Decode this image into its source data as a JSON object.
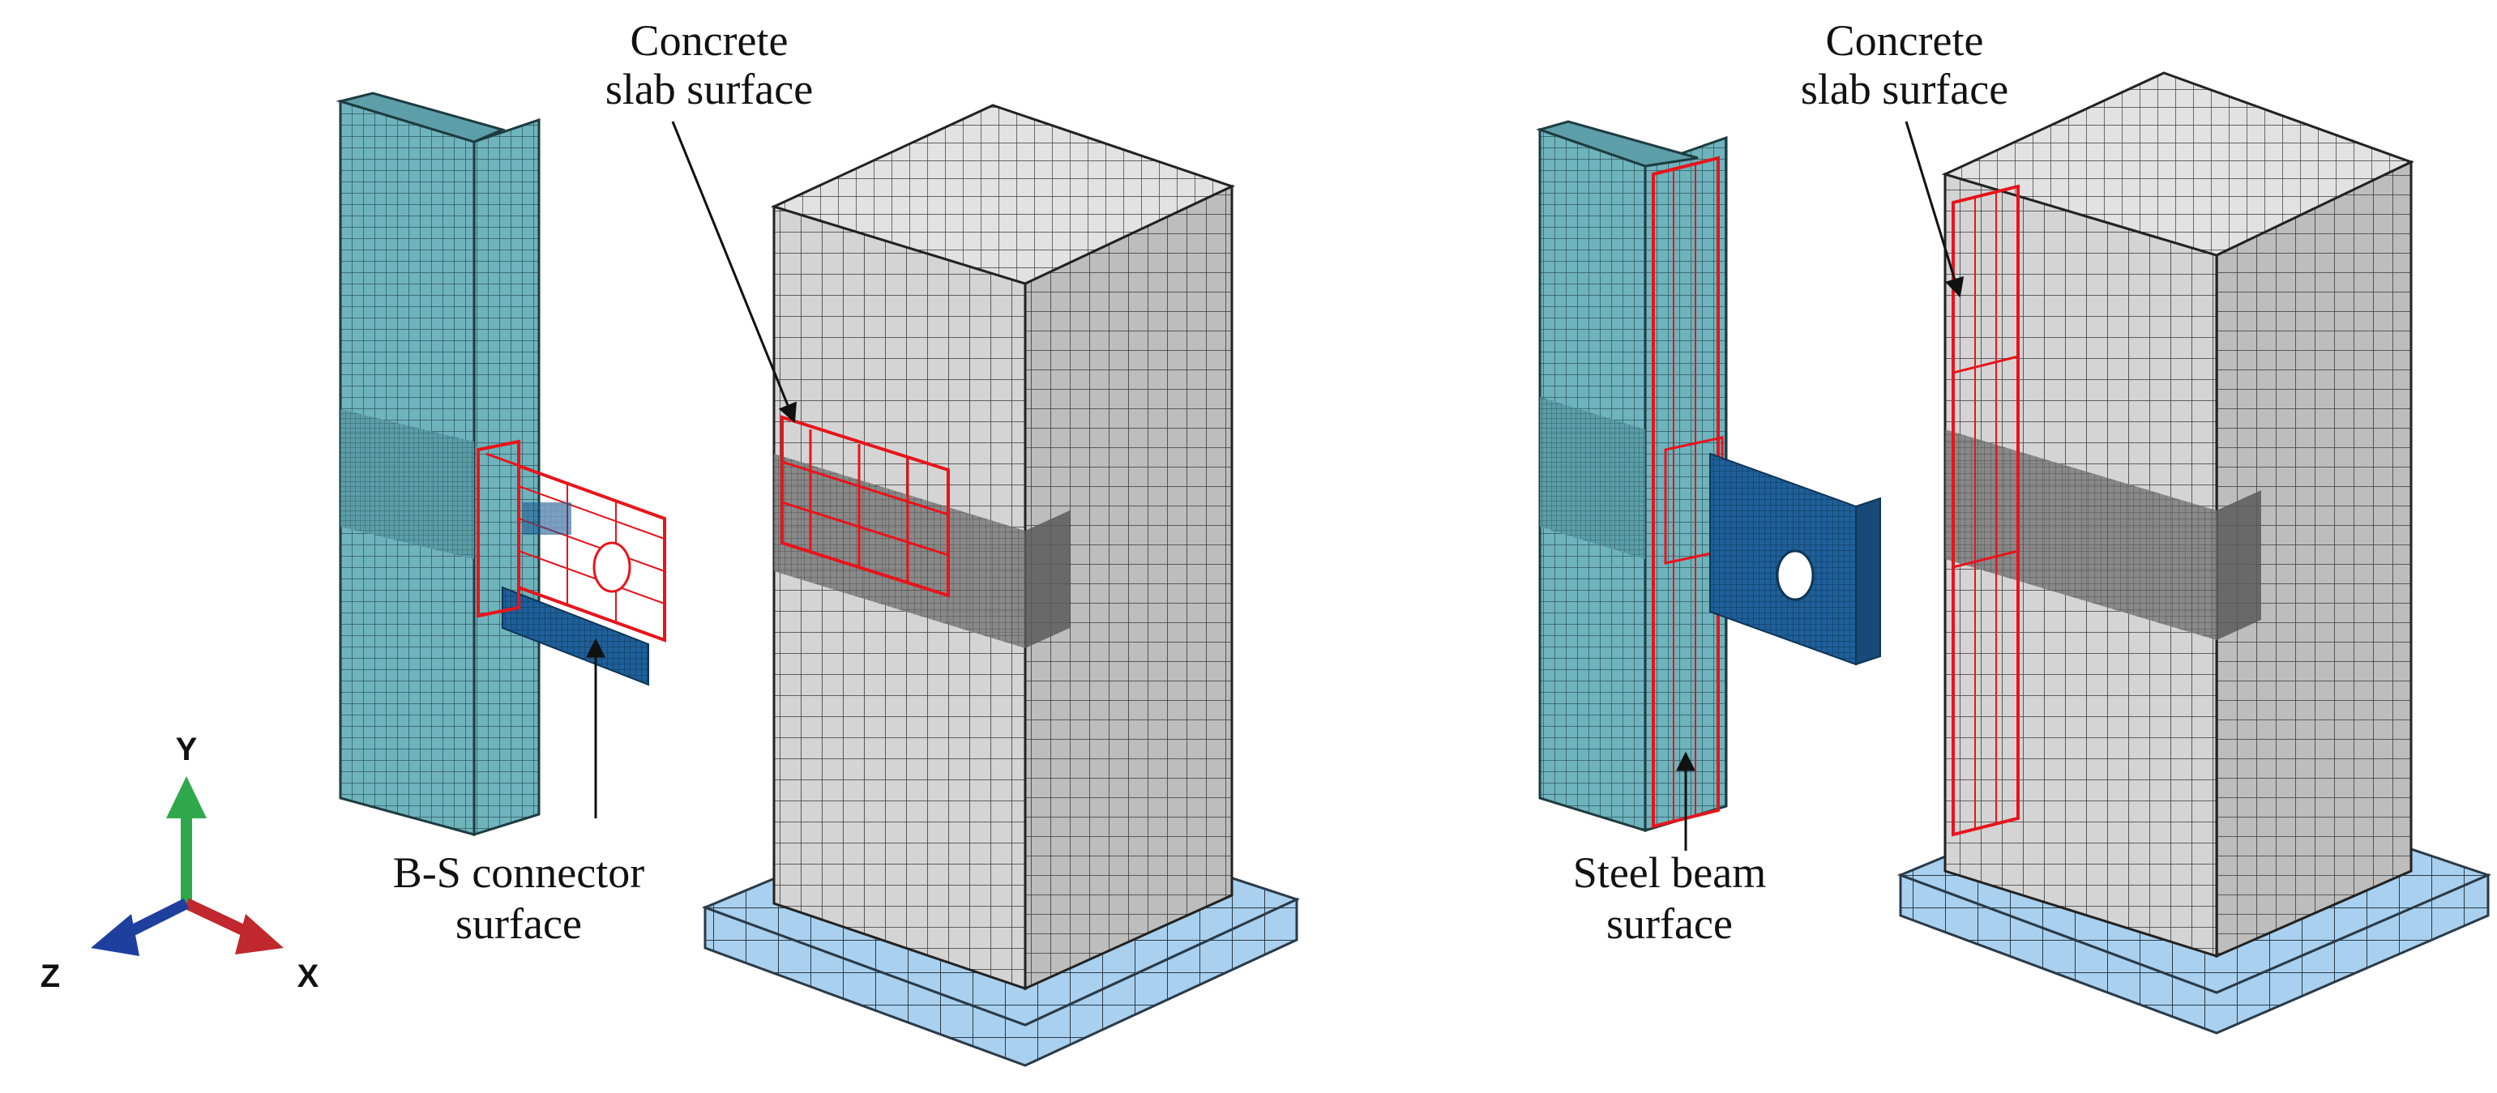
{
  "colors": {
    "steel": "#6fb3bd",
    "steel_dark": "#4f939c",
    "connector_blue": "#1f5f99",
    "concrete_light": "#dcdcdc",
    "concrete_mid": "#c2c2c2",
    "concrete_dark": "#8a8a8a",
    "base": "#a9d0ee",
    "highlight": "#e8141b",
    "axis_y": "#2ea84a",
    "axis_x": "#c0282d",
    "axis_z": "#1f3f9f"
  },
  "left_panel": {
    "label_concrete": [
      "Concrete",
      "slab surface"
    ],
    "label_connector": [
      "B-S connector",
      "surface"
    ]
  },
  "right_panel": {
    "label_concrete": [
      "Concrete",
      "slab surface"
    ],
    "label_beam": [
      "Steel beam",
      "surface"
    ]
  },
  "axes": {
    "y": "Y",
    "x": "X",
    "z": "Z"
  }
}
